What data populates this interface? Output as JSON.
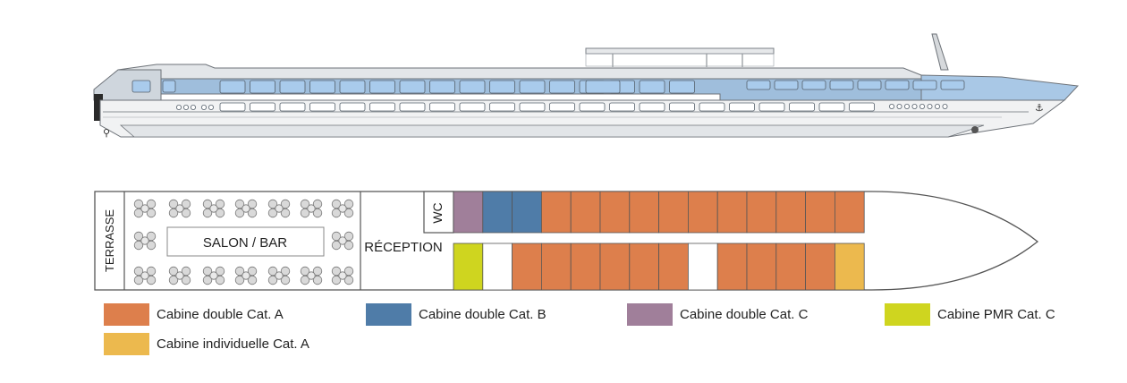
{
  "deck": {
    "terrace_label": "TERRASSE",
    "salon_label": "SALON / BAR",
    "reception_label": "RÉCEPTION",
    "wc_label": "WC"
  },
  "colors": {
    "cat_a_double": "#dd7f4c",
    "cat_b_double": "#4f7ca8",
    "cat_c_double": "#a07f9a",
    "cat_c_pmr": "#cfd51f",
    "cat_a_single": "#ecb94e",
    "hull_blue": "#9fbedc",
    "window_blue": "#a9cbec"
  },
  "cabins": {
    "top_row": [
      "cat_c_double",
      "cat_b_double",
      "cat_b_double",
      "cat_a_double",
      "cat_a_double",
      "cat_a_double",
      "cat_a_double",
      "cat_a_double",
      "cat_a_double",
      "cat_a_double",
      "cat_a_double",
      "cat_a_double",
      "cat_a_double",
      "cat_a_double"
    ],
    "bottom_row": [
      "cat_c_pmr",
      "empty",
      "cat_a_double",
      "cat_a_double",
      "cat_a_double",
      "cat_a_double",
      "cat_a_double",
      "cat_a_double",
      "empty",
      "cat_a_double",
      "cat_a_double",
      "cat_a_double",
      "cat_a_double",
      "cat_a_single"
    ]
  },
  "legend": [
    {
      "label": "Cabine double Cat. A",
      "color_key": "cat_a_double"
    },
    {
      "label": "Cabine double Cat. B",
      "color_key": "cat_b_double"
    },
    {
      "label": "Cabine double Cat. C",
      "color_key": "cat_c_double"
    },
    {
      "label": "Cabine PMR Cat. C",
      "color_key": "cat_c_pmr"
    },
    {
      "label": "Cabine individuelle Cat. A",
      "color_key": "cat_a_single"
    }
  ]
}
